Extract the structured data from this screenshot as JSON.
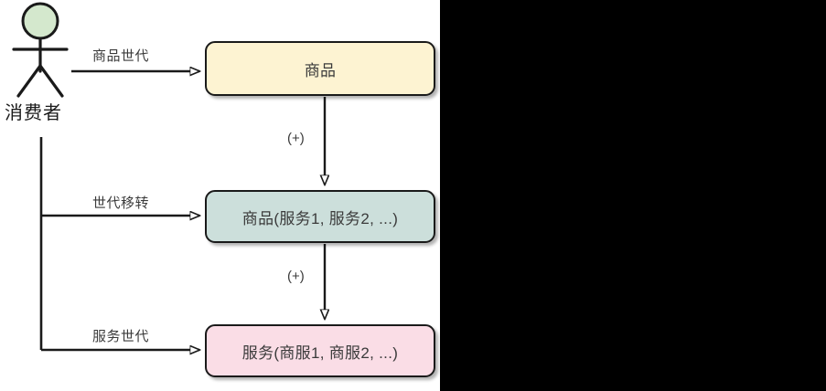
{
  "diagram": {
    "type": "flow-diagram",
    "canvas": {
      "background": "#ffffff",
      "outside_background": "#000000"
    },
    "actor": {
      "name": "consumer-actor",
      "label": "消费者",
      "head_fill": "#d4e8cd",
      "stroke": "#1a1a1a"
    },
    "nodes": [
      {
        "id": "product",
        "label": "商品",
        "fill": "#fdf3d2",
        "stroke": "#1a1a1a"
      },
      {
        "id": "product-services",
        "label": "商品(服务1, 服务2, ...)",
        "fill": "#ccdfdb",
        "stroke": "#1a1a1a"
      },
      {
        "id": "services",
        "label": "服务(商服1, 商服2, ...)",
        "fill": "#fadde6",
        "stroke": "#1a1a1a"
      }
    ],
    "edges": [
      {
        "id": "actor-to-product",
        "label": "商品世代",
        "from": "consumer-actor",
        "to": "product",
        "arrowhead": "hollow-triangle"
      },
      {
        "id": "actor-to-product-services",
        "label": "世代移转",
        "from": "consumer-actor",
        "to": "product-services",
        "arrowhead": "hollow-triangle"
      },
      {
        "id": "actor-to-services",
        "label": "服务世代",
        "from": "consumer-actor",
        "to": "services",
        "arrowhead": "hollow-triangle"
      },
      {
        "id": "product-to-product-services",
        "label": "(+)",
        "from": "product",
        "to": "product-services",
        "arrowhead": "hollow-triangle"
      },
      {
        "id": "product-services-to-services",
        "label": "(+)",
        "from": "product-services",
        "to": "services",
        "arrowhead": "hollow-triangle"
      }
    ]
  }
}
